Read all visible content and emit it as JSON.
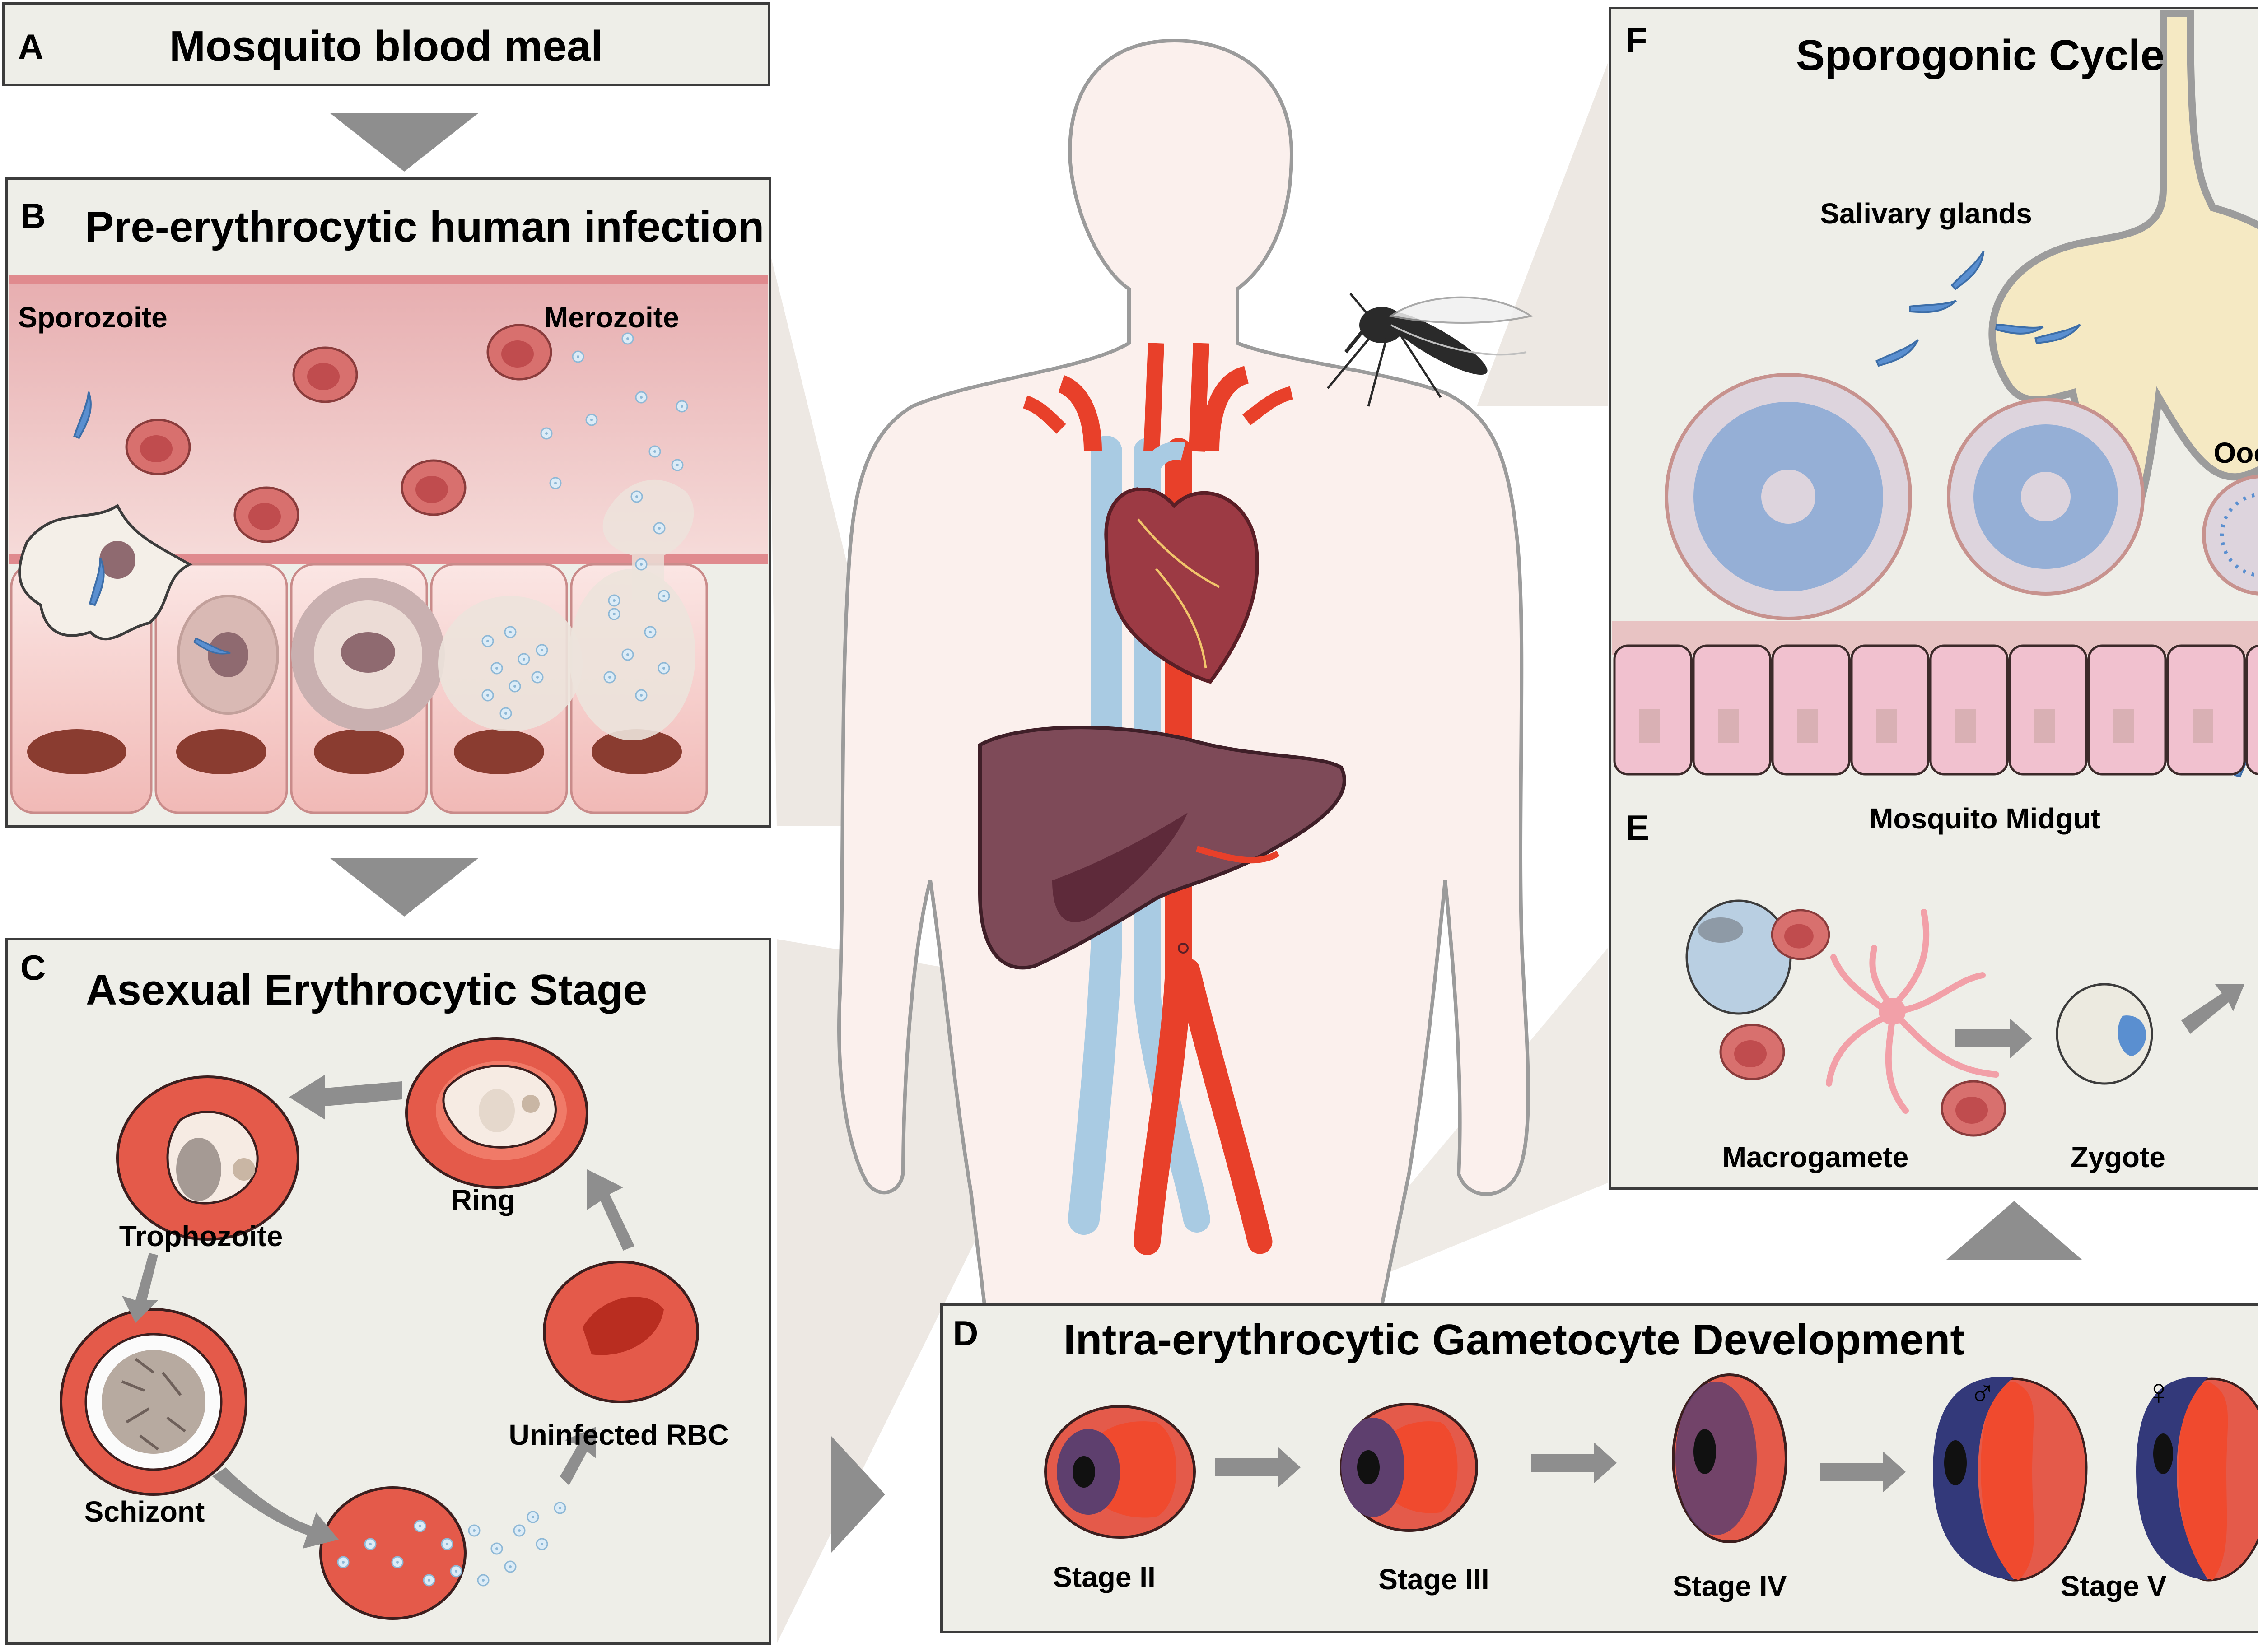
{
  "panels": {
    "a": {
      "letter": "A",
      "title": "Mosquito blood meal"
    },
    "b": {
      "letter": "B",
      "title": "Pre-erythrocytic human infection",
      "sporozoite": "Sporozoite",
      "merozoite": "Merozoite"
    },
    "c": {
      "letter": "C",
      "title": "Asexual Erythrocytic Stage",
      "ring": "Ring",
      "trophozoite": "Trophozoite",
      "schizont": "Schizont",
      "uninfected": "Uninfected RBC"
    },
    "d": {
      "letter": "D",
      "title": "Intra-erythrocytic Gametocyte Development",
      "stage2": "Stage II",
      "stage3": "Stage III",
      "stage4": "Stage IV",
      "stage5": "Stage V",
      "male": "♂",
      "female": "♀"
    },
    "e": {
      "letter": "E",
      "midgut": "Mosquito Midgut",
      "macrogamete": "Macrogamete",
      "zygote": "Zygote"
    },
    "f": {
      "letter": "F",
      "title": "Sporogonic  Cycle",
      "salivary": "Salivary  glands",
      "oocyst": "Oocyst"
    }
  },
  "colors": {
    "panel_bg": "#eeeee8",
    "panel_border": "#3c3c3c",
    "rbc": "#e45a4a",
    "rbc_light": "#f07a68",
    "parasite": "#5a8fd0",
    "gametocyte": "#33397a",
    "artery": "#e8402a",
    "vein": "#a9cbe3",
    "liver": "#7e4a58",
    "heart": "#9c3a44",
    "body": "#fbf0ed",
    "arrow": "#8e8e8e"
  }
}
